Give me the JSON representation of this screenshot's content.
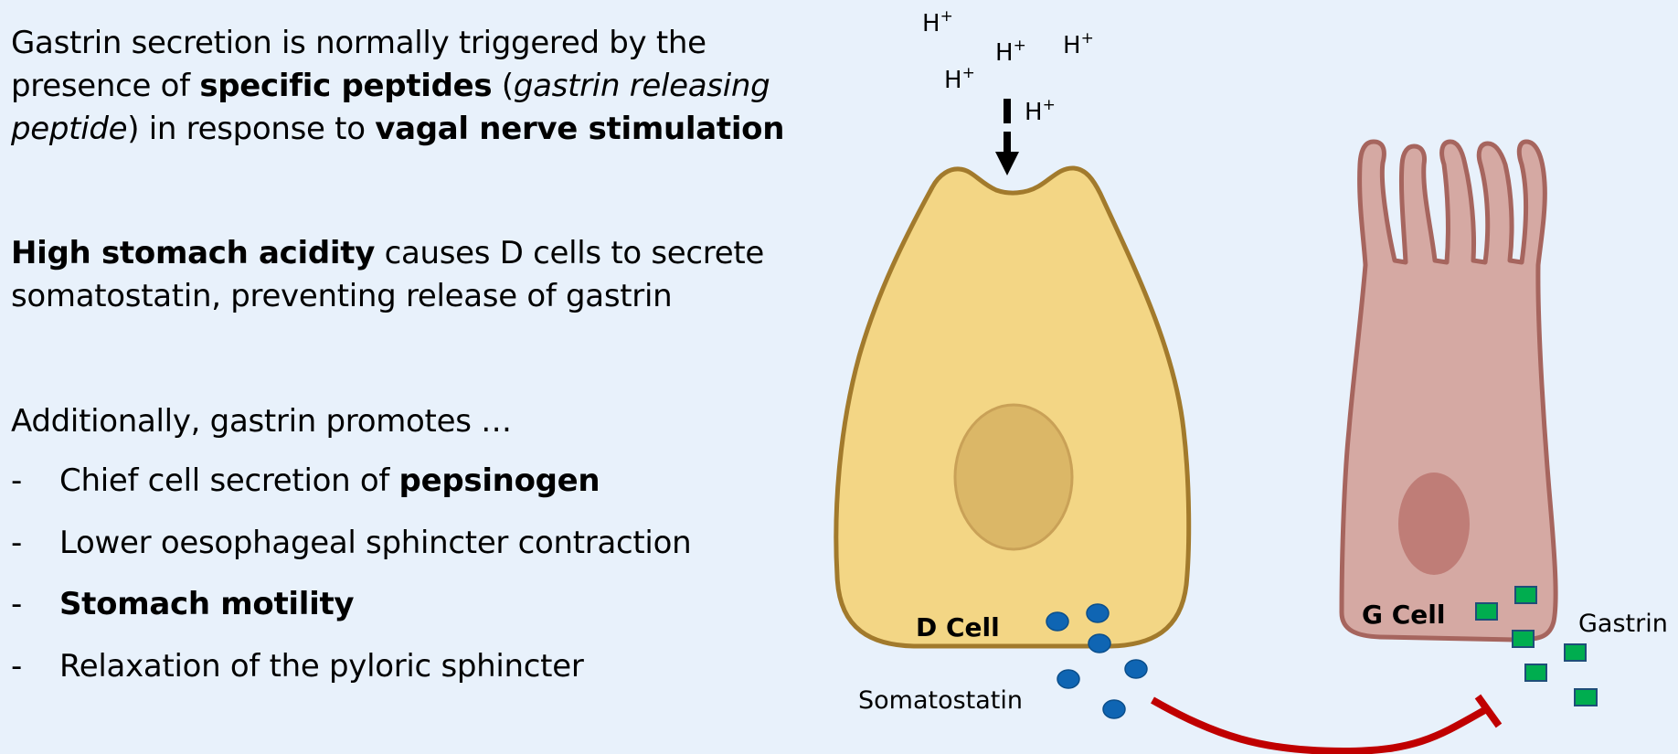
{
  "text": {
    "para1": {
      "line1": "Gastrin secretion is normally triggered by the",
      "line2_a": "presence of ",
      "line2_b_bold": "specific peptides",
      "line2_c": " (",
      "line2_d_italic": "gastrin releasing",
      "line3_a_italic": "peptide",
      "line3_b": ") in response to ",
      "line3_c_bold": "vagal nerve stimulation"
    },
    "para2": {
      "line1_bold": "High stomach acidity",
      "line1_rest": " causes D cells to secrete",
      "line2": "somatostatin, preventing release of gastrin"
    },
    "para3": {
      "intro": "Additionally, gastrin promotes …",
      "bullets": [
        {
          "dash": "-",
          "text": "Chief cell secretion of ",
          "bold": "pepsinogen"
        },
        {
          "dash": "-",
          "text": "Lower oesophageal sphincter contraction",
          "bold": ""
        },
        {
          "dash": "-",
          "text": "",
          "bold": "Stomach motility"
        },
        {
          "dash": "-",
          "text": "Relaxation of the pyloric sphincter",
          "bold": ""
        }
      ]
    }
  },
  "diagram": {
    "proton_label": "H",
    "proton_charge": "+",
    "d_cell_label": "D Cell",
    "g_cell_label": "G Cell",
    "somatostatin_label": "Somatostatin",
    "gastrin_label": "Gastrin",
    "colors": {
      "background": "#E8F1FB",
      "d_cell_fill": "#F3D685",
      "d_cell_stroke": "#A27A2C",
      "d_nucleus_fill": "#DBB767",
      "d_nucleus_stroke": "#C9A157",
      "g_cell_fill": "#D5A9A3",
      "g_cell_stroke": "#A6655E",
      "g_nucleus_fill": "#BF7D77",
      "somatostatin_fill": "#0F65B3",
      "somatostatin_stroke": "#0B4E8A",
      "gastrin_fill": "#00AD4F",
      "gastrin_stroke": "#1F4E79",
      "inhibition": "#C00000"
    }
  }
}
